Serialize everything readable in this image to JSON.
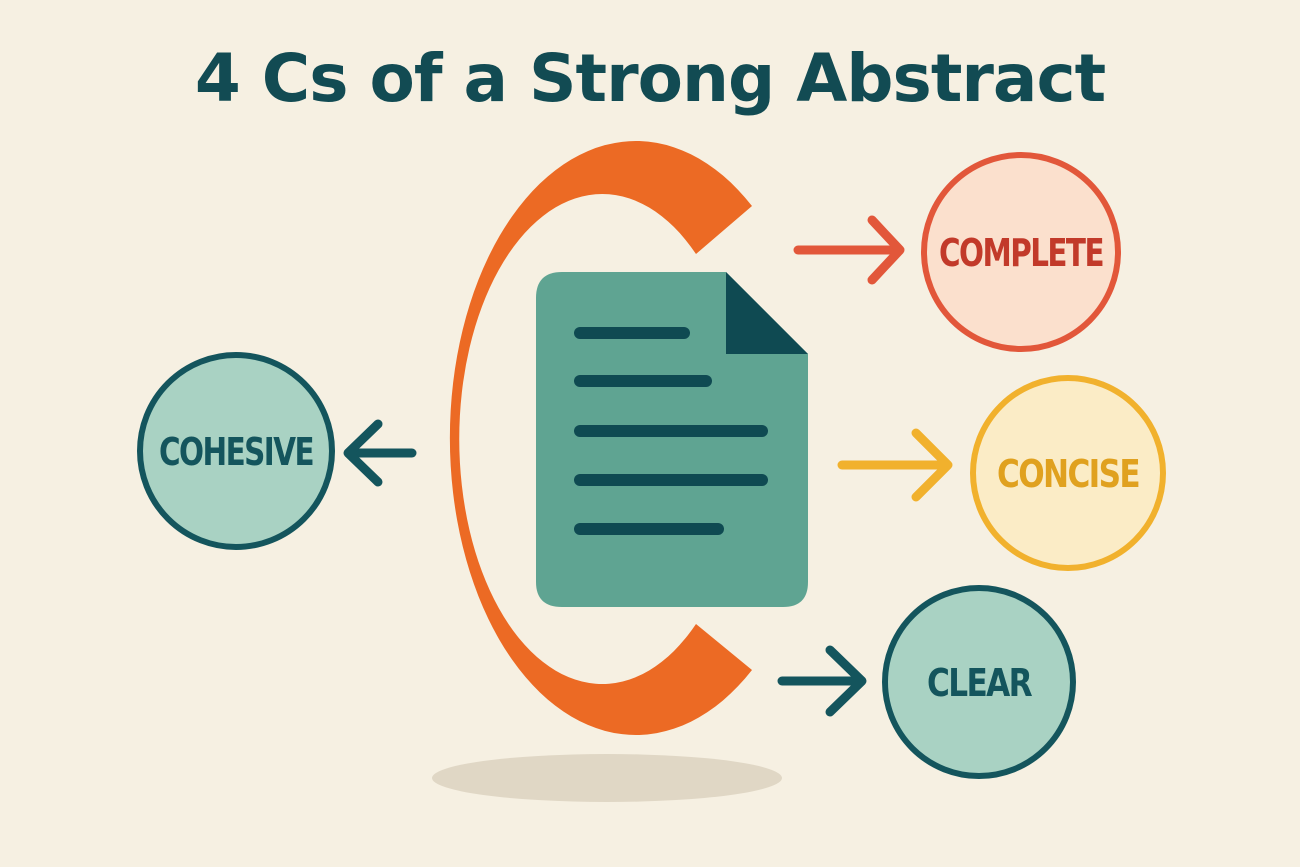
{
  "title": "4 Cs of a Strong Abstract",
  "nodes": [
    {
      "key": "complete",
      "label": "COMPLETE"
    },
    {
      "key": "concise",
      "label": "CONCISE"
    },
    {
      "key": "clear",
      "label": "CLEAR"
    },
    {
      "key": "cohesive",
      "label": "COHESIVE"
    }
  ],
  "colors": {
    "background": "#f6f0e2",
    "title": "#124b53",
    "big_c": "#ec6a24",
    "document": "#5fa492",
    "document_lines": "#0f4a52",
    "complete": "#e2573a",
    "complete_fill": "#fbe0cd",
    "concise": "#f1b12d",
    "concise_fill": "#fbecc6",
    "clear": "#14555d",
    "clear_fill": "#a9d2c3",
    "cohesive": "#14555d",
    "cohesive_fill": "#a9d2c3"
  },
  "icons": [
    "big-c-shape",
    "document-icon",
    "arrow-right-icon",
    "arrow-left-icon"
  ]
}
